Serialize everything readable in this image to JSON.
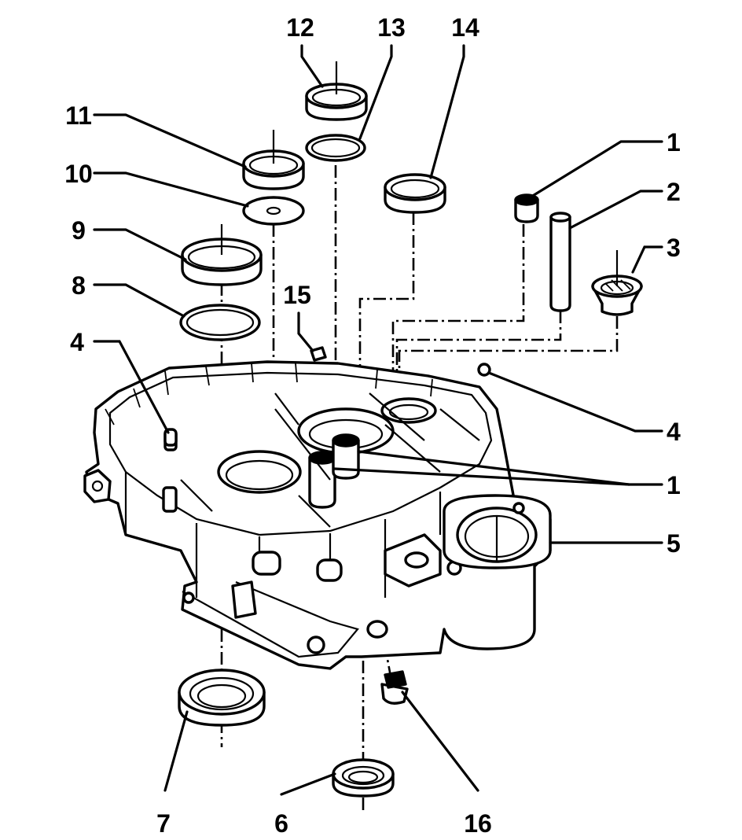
{
  "callouts": [
    {
      "id": "c1a",
      "label": "1"
    },
    {
      "id": "c2",
      "label": "2"
    },
    {
      "id": "c3",
      "label": "3"
    },
    {
      "id": "c4a",
      "label": "4"
    },
    {
      "id": "c4b",
      "label": "4"
    },
    {
      "id": "c1b",
      "label": "1"
    },
    {
      "id": "c5",
      "label": "5"
    },
    {
      "id": "c6",
      "label": "6"
    },
    {
      "id": "c7",
      "label": "7"
    },
    {
      "id": "c8",
      "label": "8"
    },
    {
      "id": "c9",
      "label": "9"
    },
    {
      "id": "c10",
      "label": "10"
    },
    {
      "id": "c11",
      "label": "11"
    },
    {
      "id": "c12",
      "label": "12"
    },
    {
      "id": "c13",
      "label": "13"
    },
    {
      "id": "c14",
      "label": "14"
    },
    {
      "id": "c15",
      "label": "15"
    },
    {
      "id": "c16",
      "label": "16"
    }
  ],
  "colors": {
    "ink": "#000000",
    "paper": "#ffffff"
  }
}
